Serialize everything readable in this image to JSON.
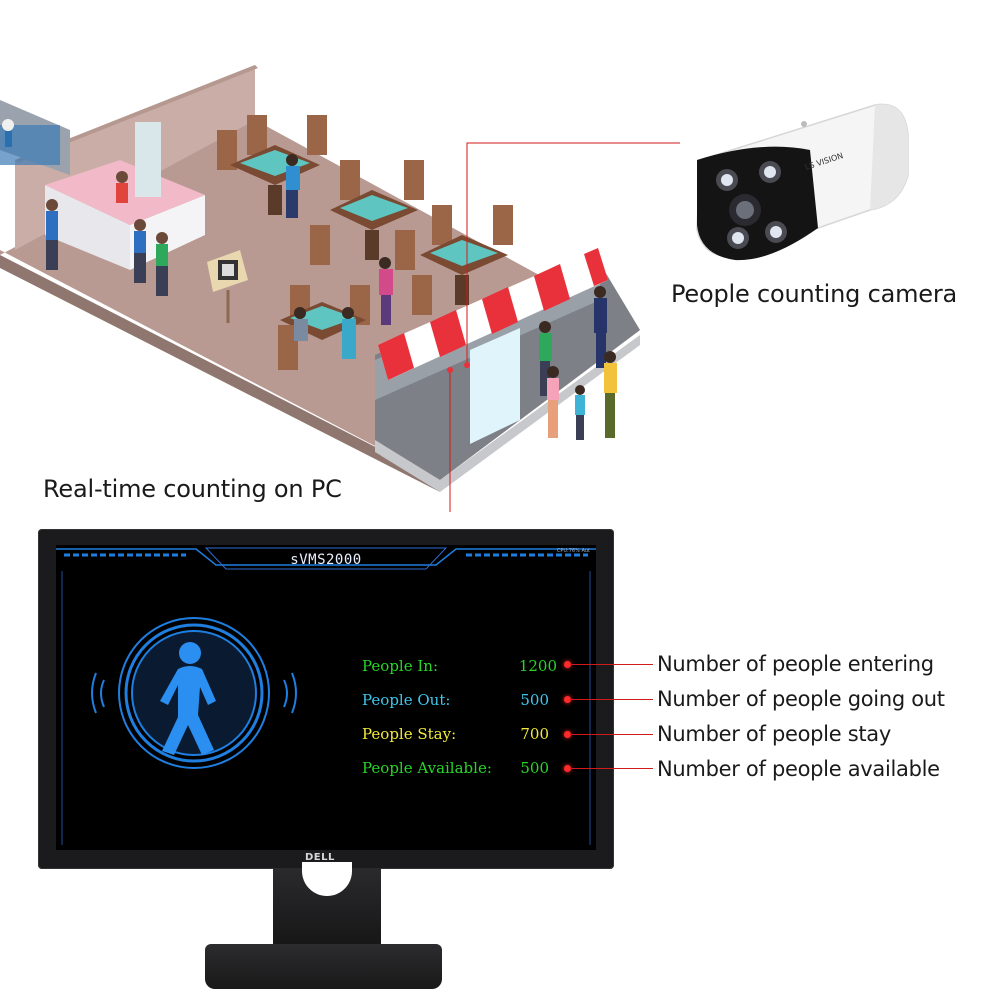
{
  "captions": {
    "camera": "People counting camera",
    "pc": "Real-time counting on PC"
  },
  "camera": {
    "brand": "LS VISION"
  },
  "software": {
    "title": "sVMS2000",
    "status": "CPU:76% Aut"
  },
  "monitor": {
    "brand": "DELL"
  },
  "stats": [
    {
      "label": "People In:",
      "value": "1200",
      "color": "#27d627",
      "description": "Number of people entering"
    },
    {
      "label": "People Out:",
      "value": "500",
      "color": "#3fc6ee",
      "description": "Number of people going out"
    },
    {
      "label": "People Stay:",
      "value": "700",
      "color": "#f2ea3a",
      "description": "Number of people stay"
    },
    {
      "label": "People Available:",
      "value": "500",
      "color": "#27d627",
      "description": "Number of people available"
    }
  ],
  "colors": {
    "accent_red": "#d11a1a",
    "screen_blue": "#1e7fe0",
    "awning_red": "#e8313a"
  },
  "icons": [
    "walking-person-icon",
    "security-camera-icon"
  ]
}
